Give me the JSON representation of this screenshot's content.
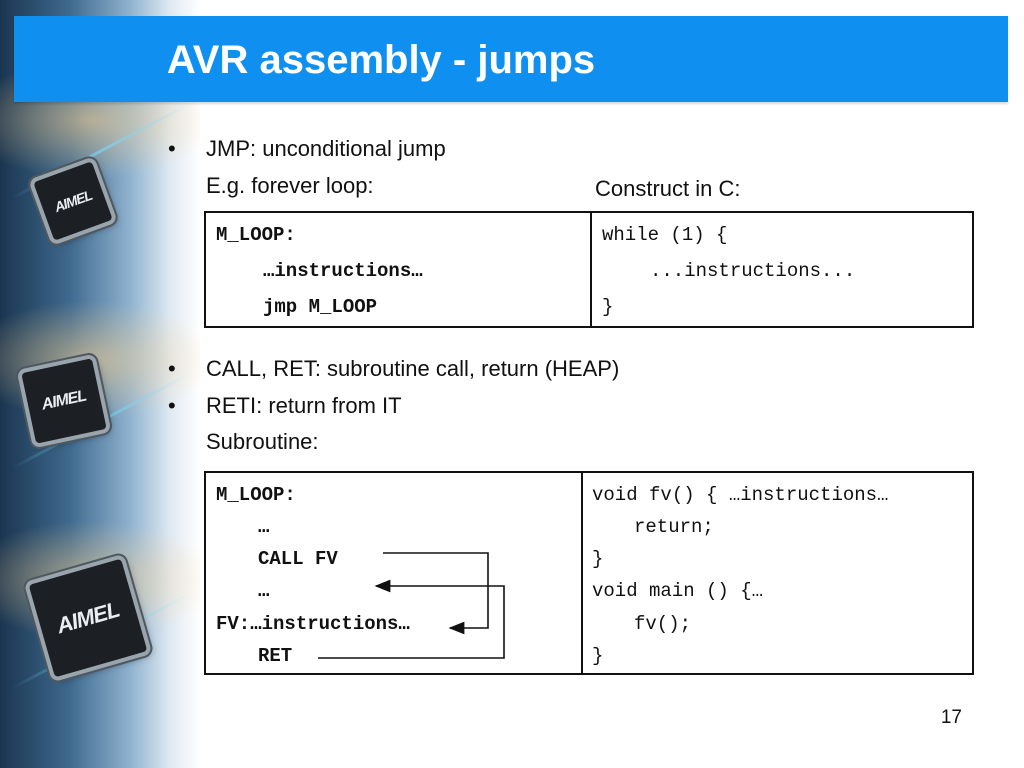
{
  "slide": {
    "title": "AVR assembly - jumps",
    "page_number": "17"
  },
  "decor": {
    "chip_logo": "AIMEL"
  },
  "section1": {
    "bullet": "JMP: unconditional jump",
    "subtext": "E.g. forever loop:",
    "construct_label": "Construct in C:"
  },
  "table1": {
    "left": [
      "M_LOOP:",
      "…instructions…",
      "jmp M_LOOP"
    ],
    "right": [
      "while (1) {",
      "...instructions...",
      "}"
    ]
  },
  "section2": {
    "bullet1": "CALL, RET: subroutine call, return (HEAP)",
    "bullet2": "RETI: return from IT",
    "subtext": "Subroutine:"
  },
  "table2": {
    "left": [
      "M_LOOP:",
      "…",
      "CALL FV",
      "…",
      "FV:…instructions…",
      "RET"
    ],
    "right": [
      "void fv() { …instructions…",
      "return;",
      "}",
      "void main () {…",
      "fv();",
      "}"
    ]
  },
  "colors": {
    "header_bg": "#0f8ff0",
    "title_text": "#ffffff"
  }
}
